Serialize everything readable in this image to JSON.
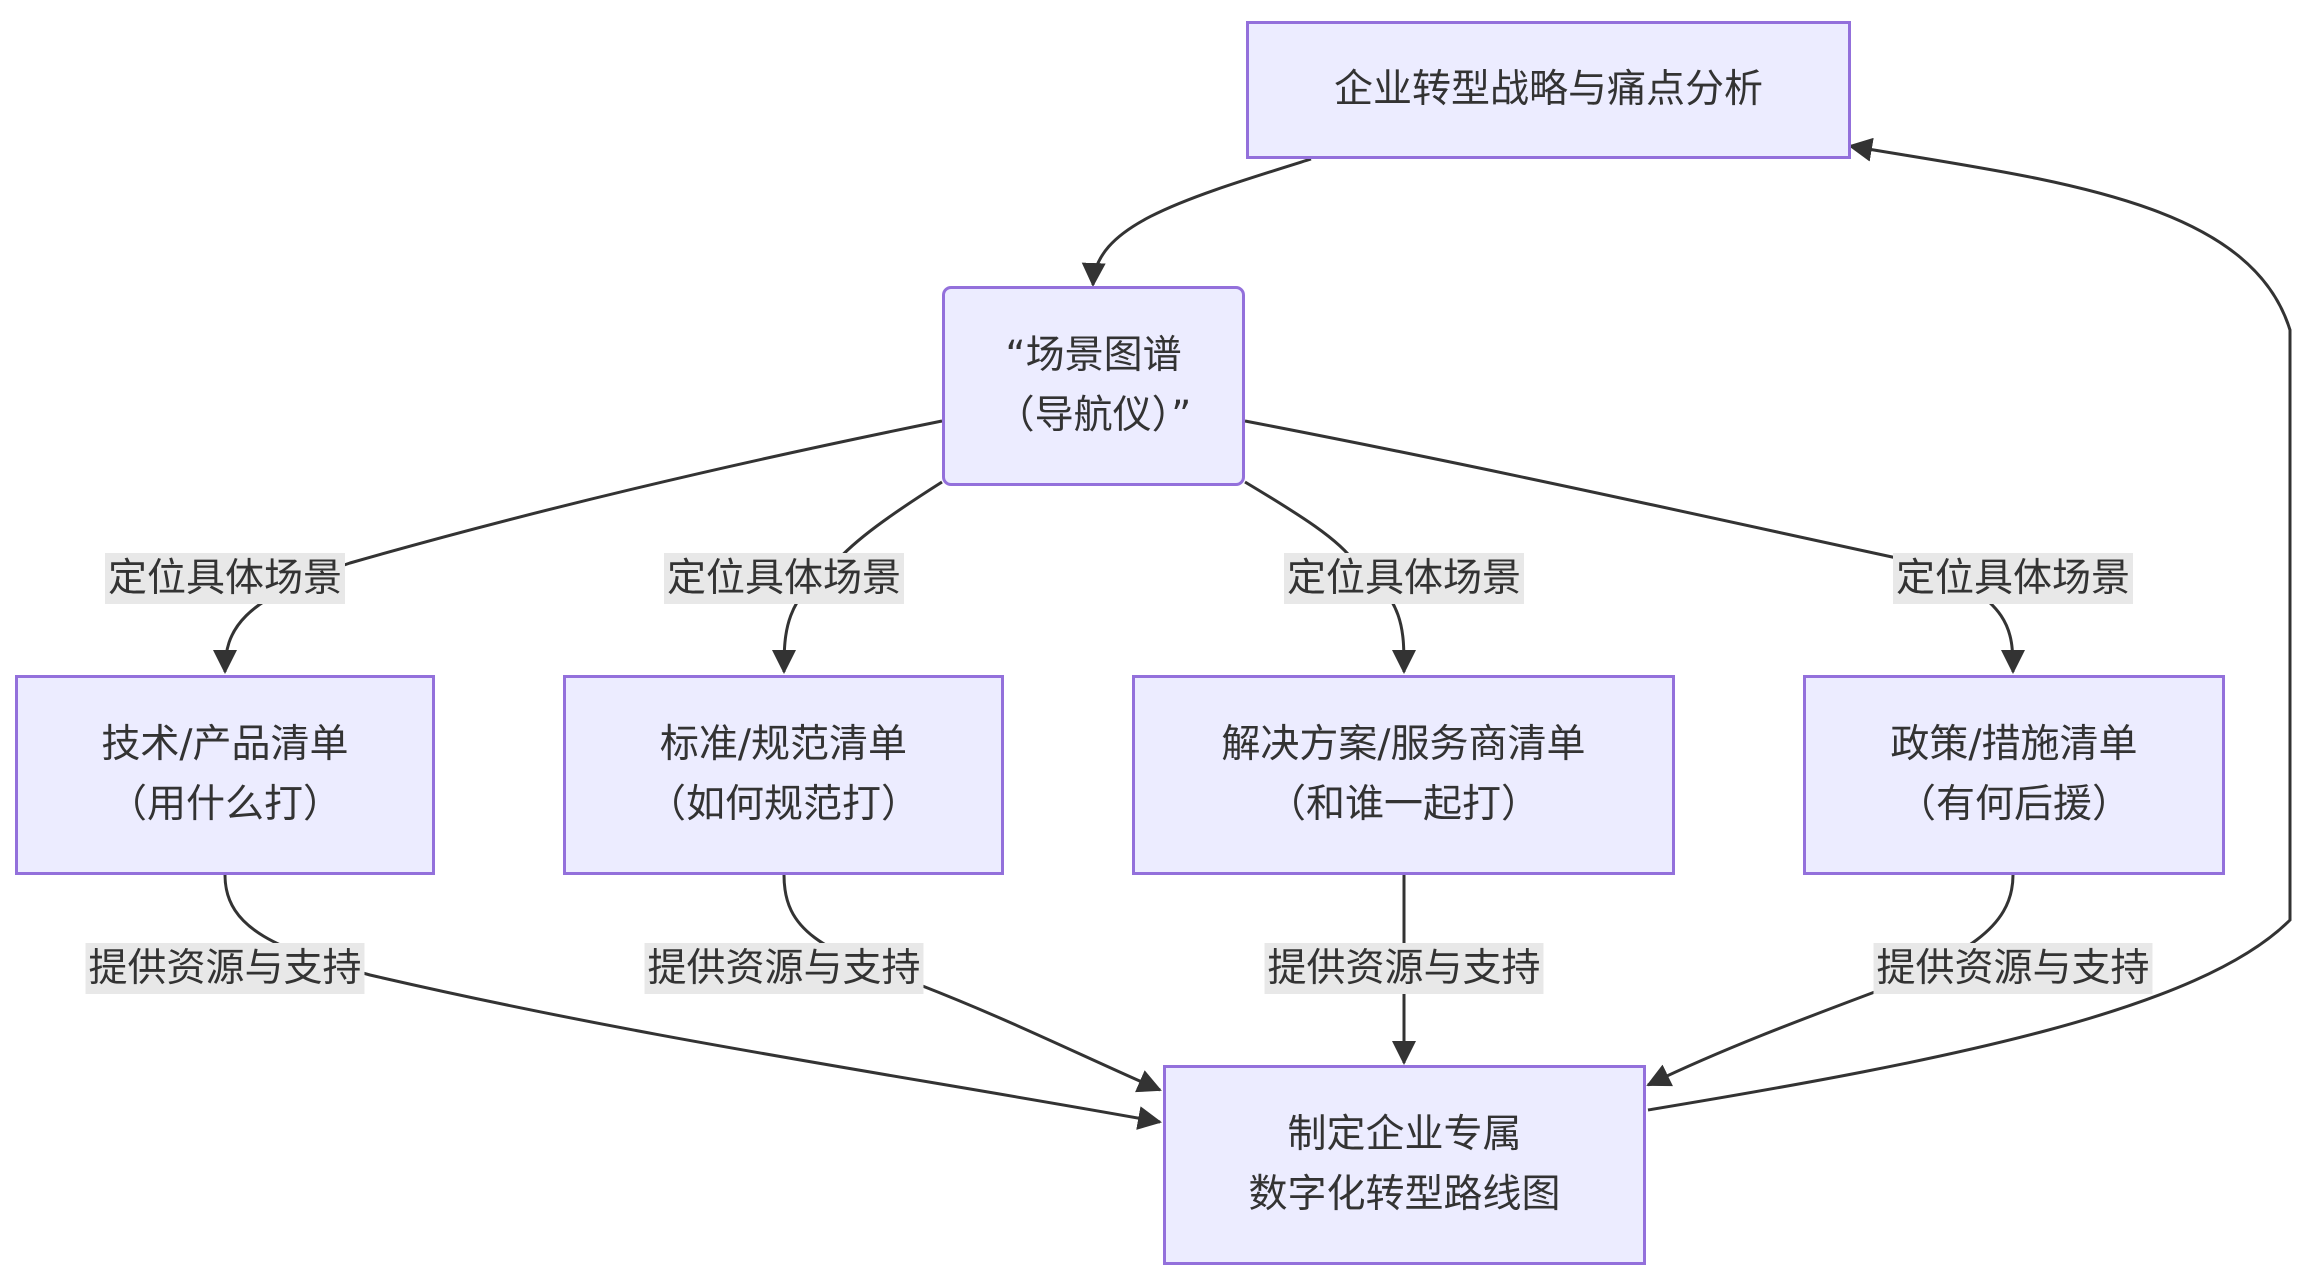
{
  "nodes": {
    "strategy": {
      "lines": [
        "企业转型战略与痛点分析"
      ]
    },
    "scene_map": {
      "lines": [
        "“场景图谱",
        "（导航仪）”"
      ]
    },
    "tech_list": {
      "lines": [
        "技术/产品清单",
        "（用什么打）"
      ]
    },
    "standard_list": {
      "lines": [
        "标准/规范清单",
        "（如何规范打）"
      ]
    },
    "solution_list": {
      "lines": [
        "解决方案/服务商清单",
        "（和谁一起打）"
      ]
    },
    "policy_list": {
      "lines": [
        "政策/措施清单",
        "（有何后援）"
      ]
    },
    "roadmap": {
      "lines": [
        "制定企业专属",
        "数字化转型路线图"
      ]
    }
  },
  "edges": {
    "locate_label": "定位具体场景",
    "support_label": "提供资源与支持"
  },
  "colors": {
    "node_fill": "#ECECFF",
    "node_stroke": "#9370DB",
    "edge": "#333333",
    "label_bg": "#e8e8e8"
  }
}
